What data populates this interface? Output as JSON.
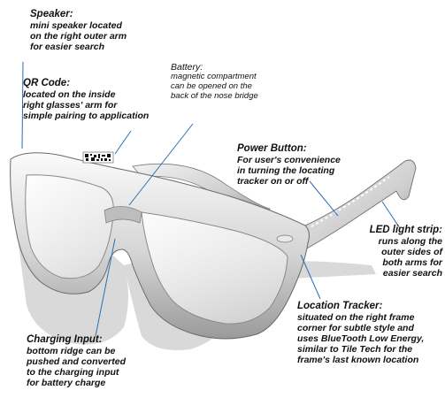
{
  "callouts": {
    "speaker": {
      "title": "Speaker:",
      "lines": [
        "mini speaker located",
        "on the right outer arm",
        "for easier search"
      ]
    },
    "qr": {
      "title": "QR Code:",
      "lines": [
        "located on the inside",
        "right glasses' arm for",
        "simple pairing to application"
      ]
    },
    "battery": {
      "title": "Battery:",
      "lines": [
        "magnetic compartment",
        "can be opened on the",
        "back of the nose bridge"
      ]
    },
    "power": {
      "title": "Power Button:",
      "lines": [
        "For user's convenience",
        "in turning the locating",
        "tracker on or off"
      ]
    },
    "led": {
      "title": "LED light strip:",
      "lines": [
        "runs along the",
        "outer sides of",
        "both arms for",
        "easier search"
      ]
    },
    "location": {
      "title": "Location Tracker:",
      "lines": [
        "situated on the right frame",
        "corner for subtle style and",
        "uses BlueTooth Low Energy,",
        "similar to Tile Tech for the",
        "frame's last known location"
      ]
    },
    "charging": {
      "title": "Charging Input:",
      "lines": [
        "bottom ridge can be",
        "pushed and converted",
        "to the charging input",
        "for battery charge"
      ]
    }
  },
  "colors": {
    "frame_light": "#f4f4f4",
    "frame_mid": "#c9c9c9",
    "frame_dark": "#8c8c8c",
    "shadow": "#d6d6d6",
    "leader": "#2a6fb0"
  },
  "icons": {
    "qr": "qr-code-icon"
  }
}
